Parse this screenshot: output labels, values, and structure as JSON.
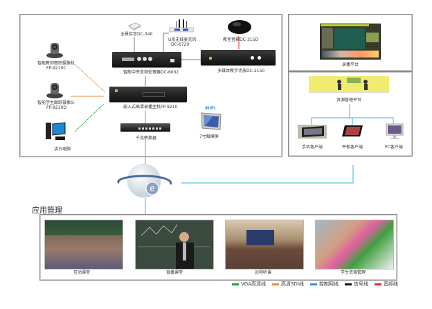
{
  "colors": {
    "vga": "#1aa33a",
    "sdi": "#f08a3c",
    "control": "#2f8fd8",
    "signal": "#111111",
    "audio": "#e8202a",
    "link": "#5bc0e0"
  },
  "devices": {
    "panorama_pickup": "全景拾音DC-340",
    "wireless_mic_line1": "U段无线麦克风",
    "wireless_mic_line2": "DC-6720",
    "classroom_speaker": "教室音箱DC-315D",
    "teacher_camera_line1": "智能教师跟踪摄像机",
    "teacher_camera_line2": "FP-9210C",
    "audio_processor": "智能中央音频处理器DC-6002",
    "multimedia_controller": "多媒体教学功放DC-2150",
    "student_camera_line1": "智能学生跟踪摄像头",
    "student_camera_line2": "FP-9210D",
    "recording_host": "嵌入式高清录播主机FP-9210",
    "wifi": "WIFI",
    "desk_pc": "讲台电脑",
    "gigabit_switch": "千兆转换器",
    "touch_screen": "7寸触摸屏"
  },
  "right_panel": {
    "recording_platform": "录播平台",
    "resource_platform": "资源管理平台",
    "clients": [
      "手机客户端",
      "平板客户端",
      "PC客户端"
    ]
  },
  "applications": {
    "title": "应用管理",
    "items": [
      "互动课堂",
      "直播课堂",
      "远程听课",
      "学生资源管理"
    ]
  },
  "legend": [
    {
      "label": "VGA高清线",
      "color_key": "vga"
    },
    {
      "label": "高清SDI线",
      "color_key": "sdi"
    },
    {
      "label": "控制网线",
      "color_key": "control"
    },
    {
      "label": "信号线",
      "color_key": "signal"
    },
    {
      "label": "音频线",
      "color_key": "audio"
    }
  ]
}
